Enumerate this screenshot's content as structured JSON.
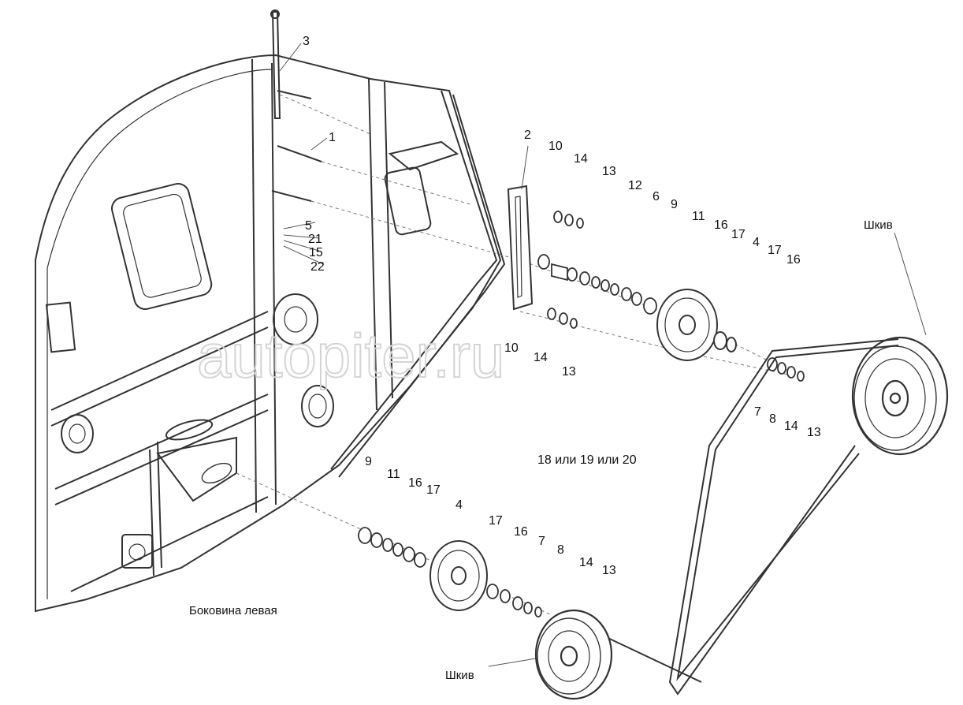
{
  "watermark": "autopiter.ru",
  "captions": {
    "left_side": "Боковина левая",
    "pulley_right": "Шкив",
    "pulley_bottom": "Шкив",
    "belt_options": "18 или 19 или 20"
  },
  "callouts": {
    "c3": "3",
    "c1": "1",
    "c5": "5",
    "c21": "21",
    "c15": "15",
    "c22": "22",
    "c2": "2",
    "c10a": "10",
    "c14a": "14",
    "c13a": "13",
    "c12": "12",
    "c6": "6",
    "c9a": "9",
    "c11a": "11",
    "c16a": "16",
    "c17a": "17",
    "c4a": "4",
    "c17b": "17",
    "c16b": "16",
    "c10b": "10",
    "c14b": "14",
    "c13b": "13",
    "c7a": "7",
    "c8a": "8",
    "c14c": "14",
    "c13c": "13",
    "c9b": "9",
    "c11b": "11",
    "c16c": "16",
    "c17c": "17",
    "c4b": "4",
    "c17d": "17",
    "c16d": "16",
    "c7b": "7",
    "c8b": "8",
    "c14d": "14",
    "c13d": "13"
  },
  "colors": {
    "line": "#333333",
    "watermark": "#d4d4d4"
  }
}
